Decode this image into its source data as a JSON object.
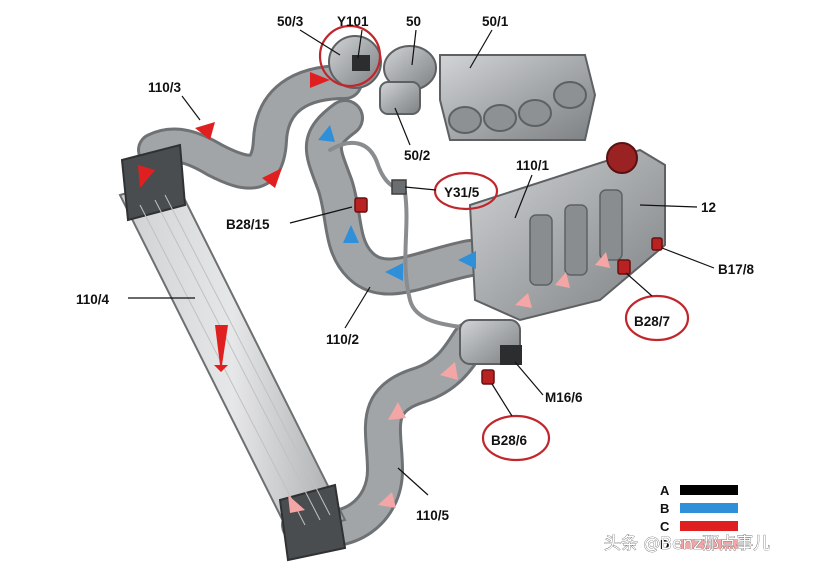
{
  "labels": {
    "l_50_3": "50/3",
    "l_y101": "Y101",
    "l_50": "50",
    "l_50_1": "50/1",
    "l_110_3": "110/3",
    "l_50_2": "50/2",
    "l_110_1": "110/1",
    "l_y31_5": "Y31/5",
    "l_12": "12",
    "l_b28_15": "B28/15",
    "l_b17_8": "B17/8",
    "l_110_4": "110/4",
    "l_b28_7": "B28/7",
    "l_110_2": "110/2",
    "l_m16_6": "M16/6",
    "l_b28_6": "B28/6",
    "l_110_5": "110/5"
  },
  "legend": [
    {
      "letter": "A",
      "color": "#000000"
    },
    {
      "letter": "B",
      "color": "#2f8fd8"
    },
    {
      "letter": "C",
      "color": "#e02020"
    },
    {
      "letter": "D",
      "color": "#f4a6a6"
    }
  ],
  "watermark": "头条 @Benz那点事儿",
  "colors": {
    "hose": "#9a9d9f",
    "hose_dark": "#6f7274",
    "metal": "#b4b6b8",
    "flow_intake": "#2f8fd8",
    "flow_hot": "#e02020",
    "flow_cooled": "#f4a6a6",
    "highlight_circle": "#c0272d"
  }
}
